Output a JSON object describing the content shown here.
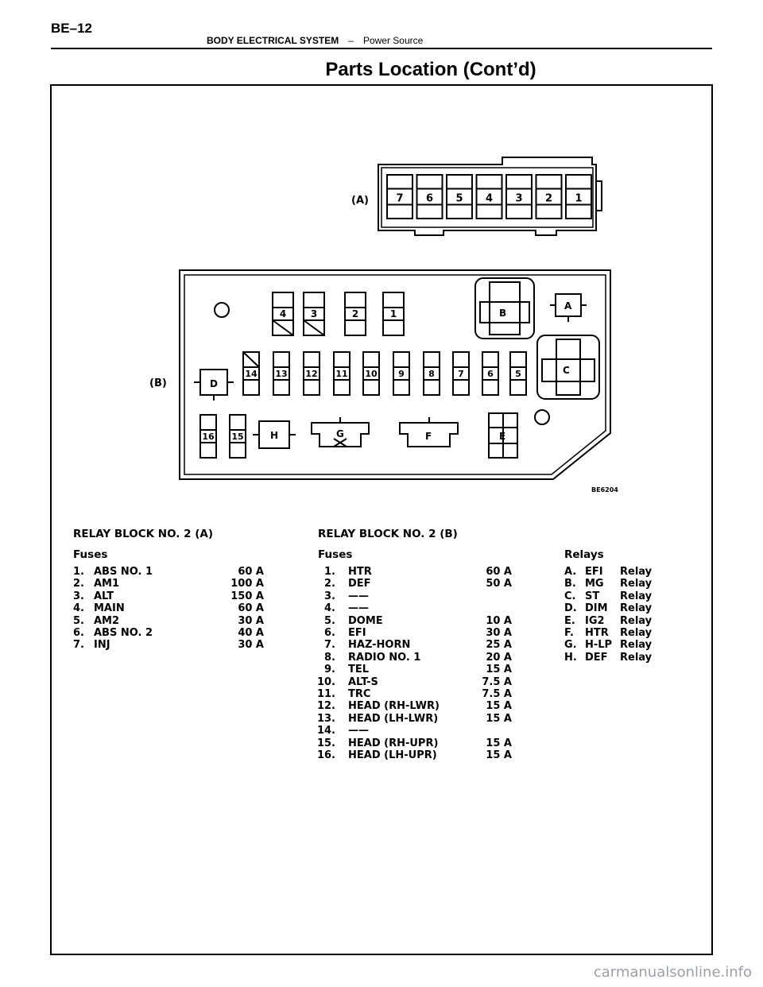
{
  "header": {
    "page_number": "BE–12",
    "section": "BODY ELECTRICAL SYSTEM",
    "separator": "–",
    "subsection": "Power Source"
  },
  "title": "Parts Location (Cont’d)",
  "diagram": {
    "block_a_label": "(A)",
    "block_a_fuses": [
      "7",
      "6",
      "5",
      "4",
      "3",
      "2",
      "1"
    ],
    "block_b_label": "(B)",
    "block_b_top_fuses": [
      "4",
      "3",
      "2",
      "1"
    ],
    "block_b_mid_fuses": [
      "14",
      "13",
      "12",
      "11",
      "10",
      "9",
      "8",
      "7",
      "6",
      "5"
    ],
    "block_b_low_fuses": [
      "16",
      "15"
    ],
    "relays": {
      "A": "A",
      "B": "B",
      "C": "C",
      "D": "D",
      "E": "E",
      "F": "F",
      "G": "G",
      "H": "H"
    },
    "figure_code": "BE6204"
  },
  "block_a": {
    "heading": "RELAY BLOCK NO. 2 (A)",
    "fuses_heading": "Fuses",
    "fuses": [
      {
        "no": "1.",
        "name": "ABS NO. 1",
        "amp": "60 A"
      },
      {
        "no": "2.",
        "name": "AM1",
        "amp": "100 A"
      },
      {
        "no": "3.",
        "name": "ALT",
        "amp": "150 A"
      },
      {
        "no": "4.",
        "name": "MAIN",
        "amp": "60 A"
      },
      {
        "no": "5.",
        "name": "AM2",
        "amp": "30 A"
      },
      {
        "no": "6.",
        "name": "ABS NO. 2",
        "amp": "40 A"
      },
      {
        "no": "7.",
        "name": "INJ",
        "amp": "30 A"
      }
    ]
  },
  "block_b": {
    "heading": "RELAY BLOCK NO. 2 (B)",
    "fuses_heading": "Fuses",
    "fuses": [
      {
        "no": "1.",
        "name": "HTR",
        "amp": "60 A"
      },
      {
        "no": "2.",
        "name": "DEF",
        "amp": "50 A"
      },
      {
        "no": "3.",
        "name": "——",
        "amp": ""
      },
      {
        "no": "4.",
        "name": "——",
        "amp": ""
      },
      {
        "no": "5.",
        "name": "DOME",
        "amp": "10 A"
      },
      {
        "no": "6.",
        "name": "EFI",
        "amp": "30 A"
      },
      {
        "no": "7.",
        "name": "HAZ-HORN",
        "amp": "25 A"
      },
      {
        "no": "8.",
        "name": "RADIO NO. 1",
        "amp": "20 A"
      },
      {
        "no": "9.",
        "name": "TEL",
        "amp": "15 A"
      },
      {
        "no": "10.",
        "name": "ALT-S",
        "amp": "7.5 A"
      },
      {
        "no": "11.",
        "name": "TRC",
        "amp": "7.5 A"
      },
      {
        "no": "12.",
        "name": "HEAD (RH-LWR)",
        "amp": "15 A"
      },
      {
        "no": "13.",
        "name": "HEAD (LH-LWR)",
        "amp": "15 A"
      },
      {
        "no": "14.",
        "name": "——",
        "amp": ""
      },
      {
        "no": "15.",
        "name": "HEAD (RH-UPR)",
        "amp": "15 A"
      },
      {
        "no": "16.",
        "name": "HEAD (LH-UPR)",
        "amp": "15 A"
      }
    ],
    "relays_heading": "Relays",
    "relays": [
      {
        "no": "A.",
        "name": "EFI",
        "type": "Relay"
      },
      {
        "no": "B.",
        "name": "MG",
        "type": "Relay"
      },
      {
        "no": "C.",
        "name": "ST",
        "type": "Relay"
      },
      {
        "no": "D.",
        "name": "DIM",
        "type": "Relay"
      },
      {
        "no": "E.",
        "name": "IG2",
        "type": "Relay"
      },
      {
        "no": "F.",
        "name": "HTR",
        "type": "Relay"
      },
      {
        "no": "G.",
        "name": "H-LP",
        "type": "Relay"
      },
      {
        "no": "H.",
        "name": "DEF",
        "type": "Relay"
      }
    ]
  },
  "watermark": "carmanualsonline.info"
}
